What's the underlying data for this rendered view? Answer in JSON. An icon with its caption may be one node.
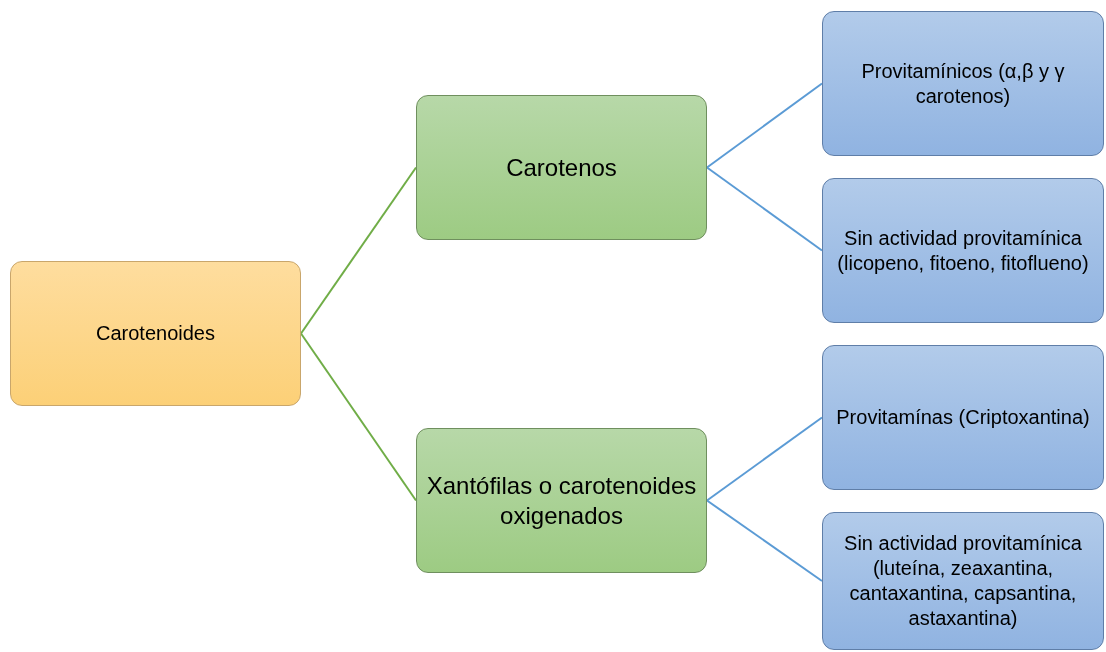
{
  "diagram": {
    "nodes": [
      {
        "text": [
          "Carotenoides"
        ]
      },
      {
        "text": [
          "Carotenos"
        ]
      },
      {
        "text": [
          "Xantófilas o carotenoides oxigenados"
        ]
      },
      {
        "text": [
          "Provitamínicos (α,β y γ carotenos)"
        ]
      },
      {
        "text": [
          "Sin actividad provitamínica (licopeno, fitoeno, fitoflueno)"
        ]
      },
      {
        "text": [
          "Provitamínas (Criptoxantina)"
        ]
      },
      {
        "text": [
          "Sin actividad provitamínica (luteína, zeaxantina, cantaxantina, capsantina, astaxantina)"
        ]
      }
    ],
    "edges": [
      {
        "from": 0,
        "to": 1,
        "arrow": "none",
        "color": "#70ad47"
      },
      {
        "from": 0,
        "to": 2,
        "arrow": "none",
        "color": "#70ad47"
      },
      {
        "from": 1,
        "to": 3,
        "arrow": "none"
      },
      {
        "from": 1,
        "to": 4,
        "arrow": "none"
      },
      {
        "from": 2,
        "to": 5,
        "arrow": "none"
      },
      {
        "from": 2,
        "to": 6,
        "arrow": "none"
      }
    ]
  }
}
